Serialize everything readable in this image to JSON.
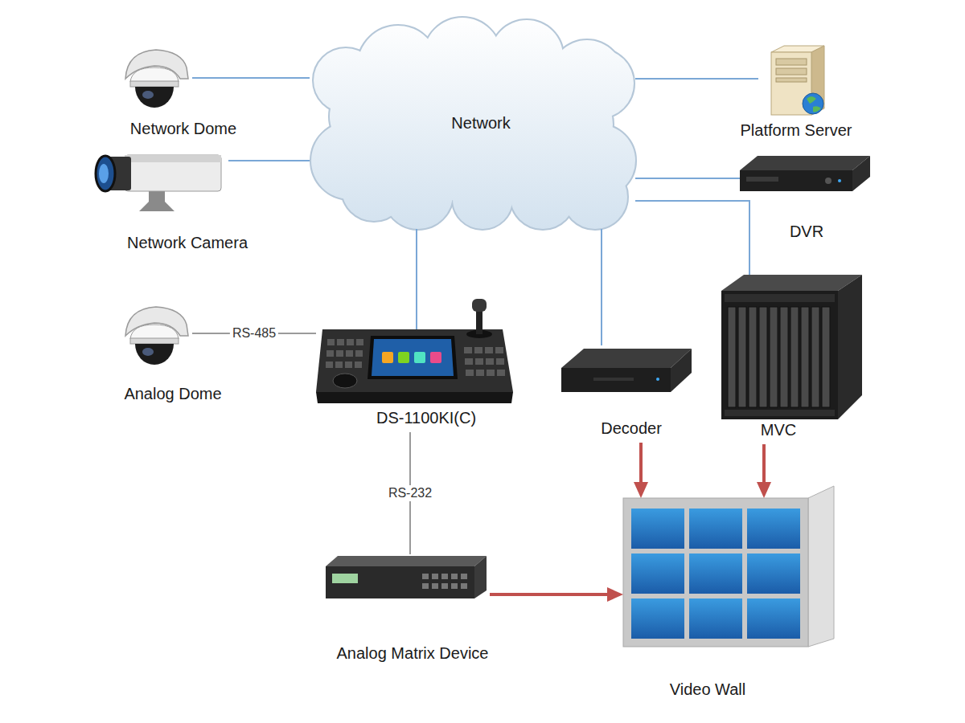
{
  "diagram": {
    "nodes": [
      {
        "text": [
          "Network Dome"
        ]
      },
      {
        "text": [
          "Network"
        ]
      },
      {
        "text": [
          "Platform Server"
        ]
      },
      {
        "text": [
          "Network Camera"
        ]
      },
      {
        "text": [
          "DVR"
        ]
      },
      {
        "text": [
          "MVC"
        ]
      },
      {
        "text": [
          "Analog Dome"
        ]
      },
      {
        "text": [
          "DS-1100KI(C)"
        ]
      },
      {
        "text": [
          "Decoder"
        ]
      },
      {
        "text": [
          "Analog Matrix Device"
        ]
      },
      {
        "text": [
          "Video Wall"
        ]
      }
    ],
    "edges": [
      {
        "from": 0,
        "to": 1,
        "arrow": "none"
      },
      {
        "from": 1,
        "to": 2,
        "arrow": "none"
      },
      {
        "from": 3,
        "to": 1,
        "arrow": "none"
      },
      {
        "from": 1,
        "to": 4,
        "arrow": "none"
      },
      {
        "from": 1,
        "to": 5,
        "arrow": "none"
      },
      {
        "from": 1,
        "to": 7,
        "arrow": "none"
      },
      {
        "from": 1,
        "to": 8,
        "arrow": "none"
      },
      {
        "from": 6,
        "to": 7,
        "label": "RS-485",
        "arrow": "none"
      },
      {
        "from": 7,
        "to": 9,
        "label": "RS-232",
        "arrow": "none"
      },
      {
        "from": 8,
        "to": 10,
        "arrow": "to"
      },
      {
        "from": 5,
        "to": 10,
        "arrow": "to"
      },
      {
        "from": 9,
        "to": 10,
        "arrow": "to"
      }
    ]
  }
}
